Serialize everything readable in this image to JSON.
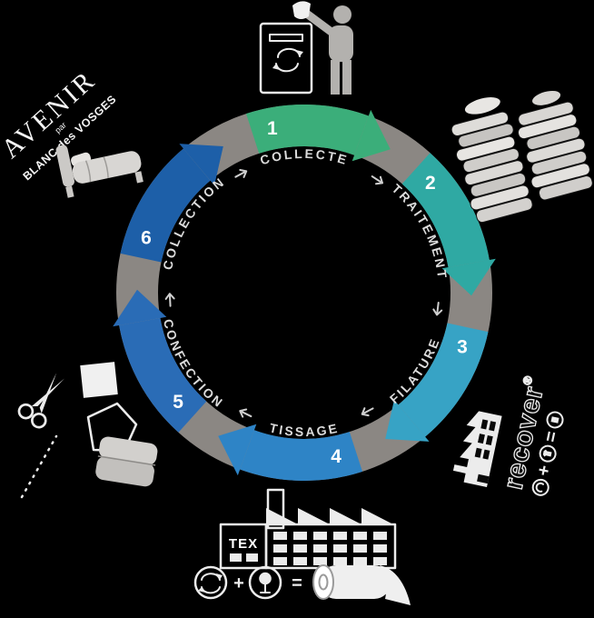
{
  "background_color": "#000000",
  "cycle": {
    "ring_color": "#8b8783",
    "label_color": "#dcdcdc",
    "stages": [
      {
        "number": "1",
        "label": "COLLECTE",
        "color": "#3bae7a"
      },
      {
        "number": "2",
        "label": "TRAITEMENT",
        "color": "#2fa9a3"
      },
      {
        "number": "3",
        "label": "FILATURE",
        "color": "#37a3c5"
      },
      {
        "number": "4",
        "label": "TISSAGE",
        "color": "#2e84c6"
      },
      {
        "number": "5",
        "label": "CONFECTION",
        "color": "#2a6cb6"
      },
      {
        "number": "6",
        "label": "COLLECTION",
        "color": "#1d5fa8"
      }
    ]
  },
  "logos": {
    "avenir": {
      "name": "AVENIR",
      "par": "par",
      "brand": "BLANC des VOSGES"
    },
    "recover": {
      "name": "recover",
      "registered": "®"
    },
    "tex": {
      "label": "TEX"
    }
  },
  "equations": {
    "plus": "+",
    "equals": "="
  }
}
